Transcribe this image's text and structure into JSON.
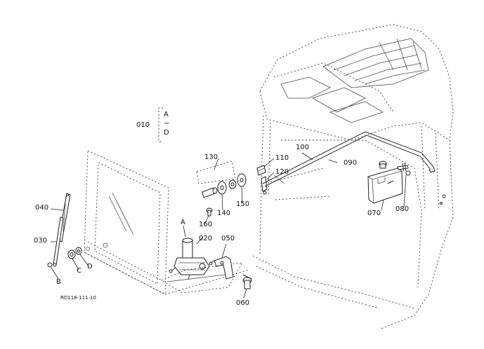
{
  "group_label": {
    "number": "010",
    "range": [
      "A",
      "~",
      "D"
    ]
  },
  "callouts": {
    "p020": "020",
    "p030": "030",
    "p040": "040",
    "p050": "050",
    "p060": "060",
    "p070": "070",
    "p080": "080",
    "p090": "090",
    "p100": "100",
    "p110": "110",
    "p120": "120",
    "p130": "130",
    "p140": "140",
    "p150": "150",
    "p160": "160",
    "pA": "A",
    "pB": "B",
    "pC": "C",
    "pD": "D"
  },
  "drawing_code": "RD118-111-10"
}
